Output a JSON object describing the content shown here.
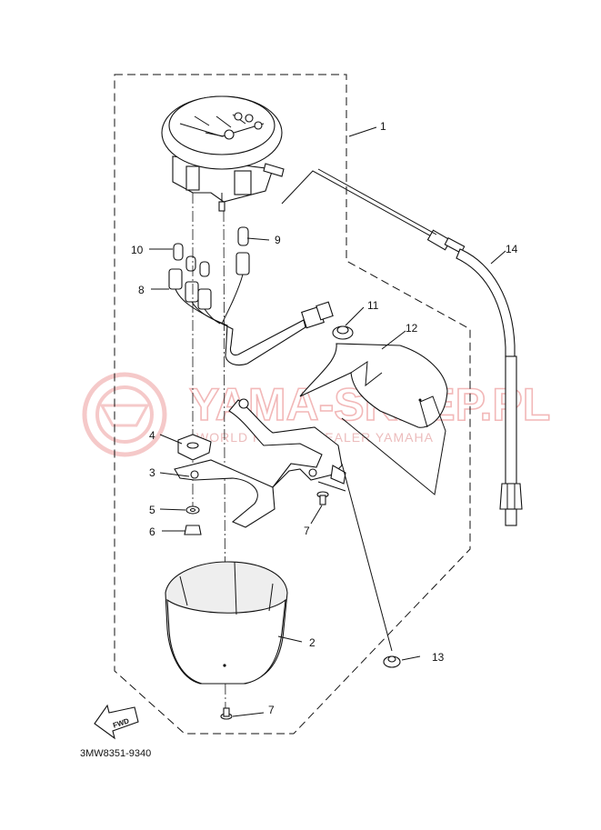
{
  "watermark": {
    "brand": "YAMA-SKLEP.PL",
    "tagline": "WORLD HOBBY | DEALER YAMAHA"
  },
  "diagram_code": "3MW8351-9340",
  "fwd_label": "FWD",
  "callouts": [
    "1",
    "2",
    "3",
    "4",
    "5",
    "6",
    "7",
    "7",
    "8",
    "9",
    "10",
    "11",
    "12",
    "13",
    "14"
  ]
}
